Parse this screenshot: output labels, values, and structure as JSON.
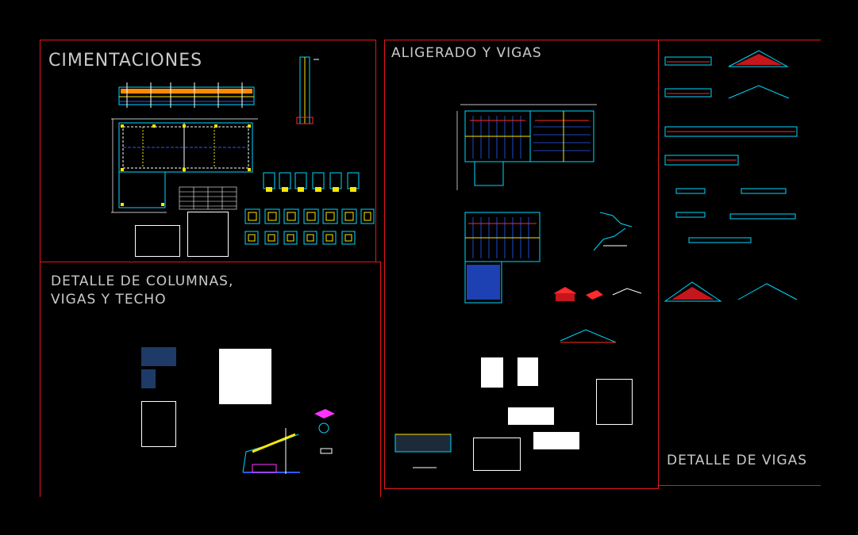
{
  "sheets": {
    "cimentaciones": {
      "title": "CIMENTACIONES"
    },
    "aligerado": {
      "title": "ALIGERADO Y VIGAS"
    },
    "columnas": {
      "title_line1": "DETALLE DE COLUMNAS,",
      "title_line2": "VIGAS Y TECHO"
    },
    "vigas": {
      "title": "DETALLE DE VIGAS"
    }
  },
  "colors": {
    "frame": "#e3161b",
    "title_text": "#c9c9c9",
    "background": "#000000",
    "cad_cyan": "#00d8ff",
    "cad_yellow": "#ffe600",
    "cad_red": "#ff2a2a",
    "cad_blue": "#2a5cff",
    "cad_magenta": "#ff33ff",
    "cad_white": "#ffffff",
    "cad_orange": "#ff8a00"
  }
}
